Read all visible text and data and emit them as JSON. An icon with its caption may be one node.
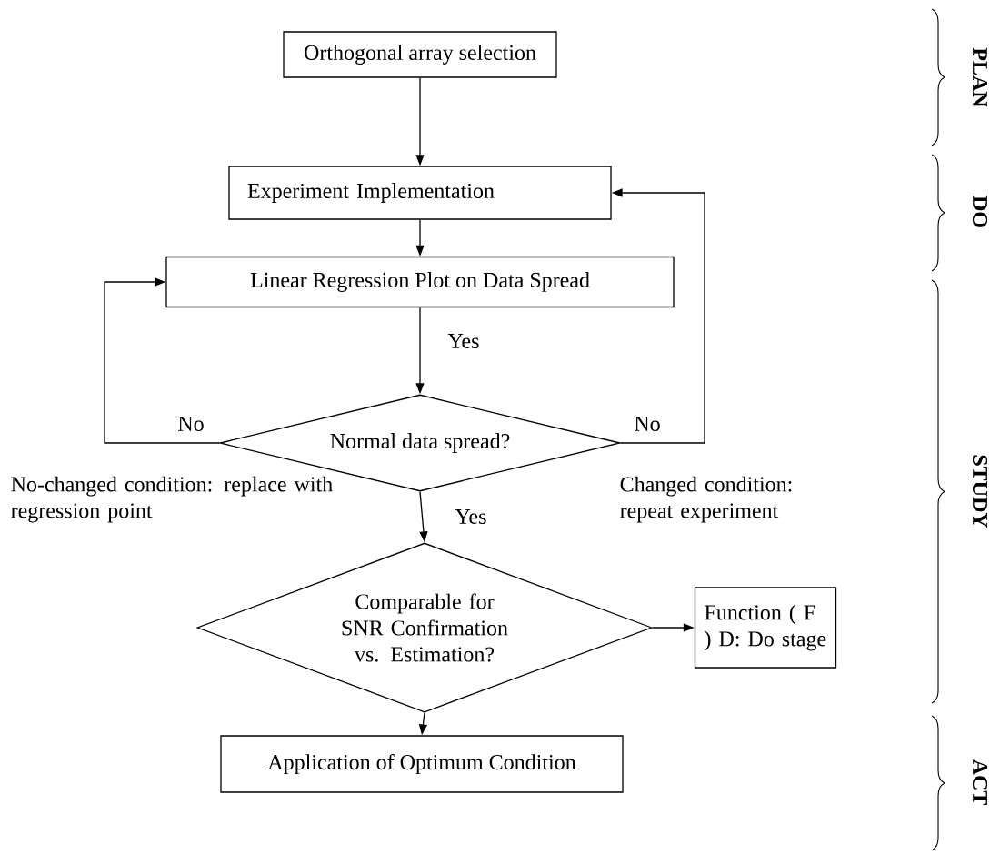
{
  "diagram": {
    "nodes": [
      {
        "text": [
          "Orthogonal array selection"
        ]
      },
      {
        "text": [
          "Experiment Implementation"
        ]
      },
      {
        "text": [
          "Linear Regression Plot on Data Spread"
        ]
      },
      {
        "text": [
          "Normal data spread?"
        ]
      },
      {
        "text": [
          "Comparable for SNR Confirmation vs. Estimation?"
        ]
      },
      {
        "text": [
          "Function ( F ) D: Do stage"
        ]
      },
      {
        "text": [
          "Application of Optimum Condition"
        ]
      }
    ],
    "edges": [
      {
        "from": 0,
        "to": 1,
        "arrow": "to"
      },
      {
        "from": 1,
        "to": 2,
        "arrow": "to"
      },
      {
        "from": 2,
        "to": 3,
        "arrow": "to",
        "label": "Yes"
      },
      {
        "from": 3,
        "to": 2,
        "arrow": "to",
        "label": "No"
      },
      {
        "from": 3,
        "to": 1,
        "arrow": "to",
        "label": "No"
      },
      {
        "from": 3,
        "to": 4,
        "arrow": "to",
        "label": "Yes"
      },
      {
        "from": 4,
        "to": 5,
        "arrow": "to"
      },
      {
        "from": 4,
        "to": 6,
        "arrow": "to"
      }
    ],
    "labels": [
      "No-changed condition: replace with regression point",
      "Changed condition: repeat experiment",
      "PLAN",
      "DO",
      "STUDY",
      "ACT"
    ]
  }
}
